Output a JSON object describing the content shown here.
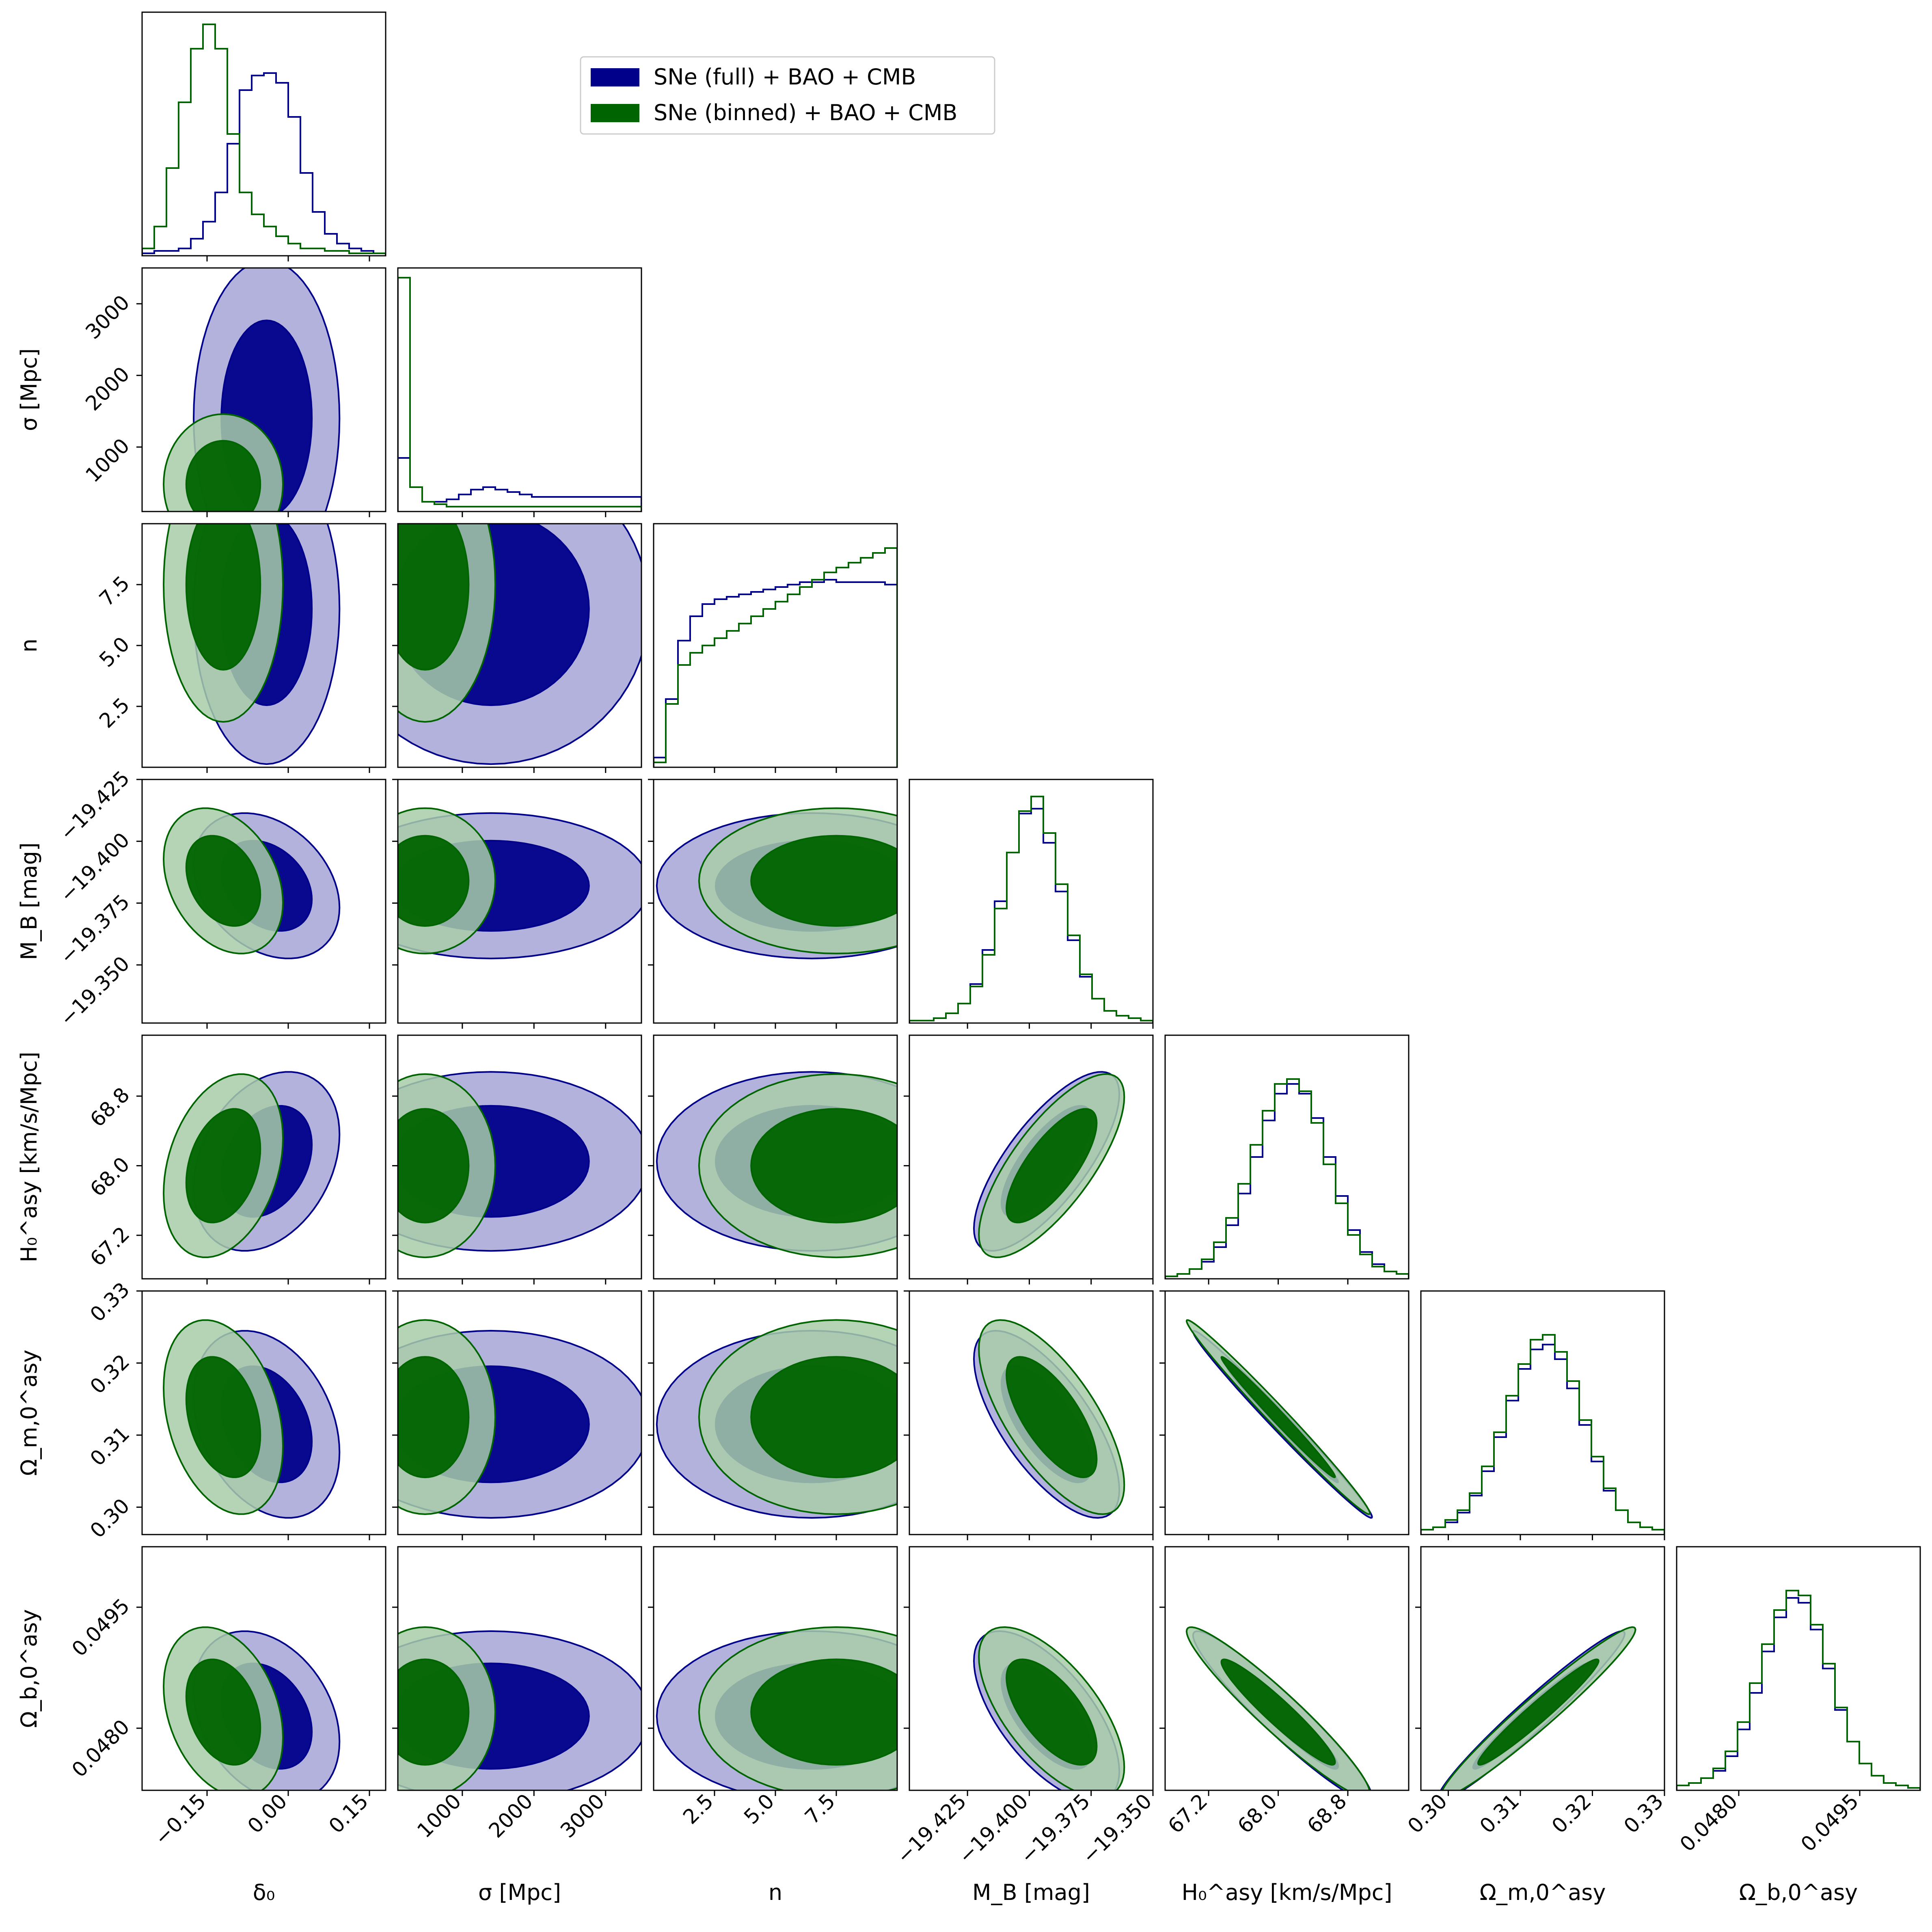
{
  "colors": {
    "full": "#00008b",
    "full_fill_light": "#a5a5d7",
    "binned": "#006400",
    "binned_fill_light": "#a8cda8"
  },
  "legend": {
    "placement": "top-center",
    "entries": [
      {
        "label": "SNe (full) + BAO + CMB",
        "color": "#00008b"
      },
      {
        "label": "SNe (binned) + BAO + CMB",
        "color": "#006400"
      }
    ]
  },
  "chart_data": {
    "type": "corner",
    "parameters": [
      {
        "key": "delta0",
        "label": "δ₀",
        "range": [
          -0.27,
          0.18
        ],
        "ticks": [
          "−0.15",
          "0.00",
          "0.15"
        ],
        "tick_values": [
          -0.15,
          0.0,
          0.15
        ],
        "y_ticks": []
      },
      {
        "key": "sigma",
        "label": "σ [Mpc]",
        "range": [
          100,
          3500
        ],
        "ticks": [
          "1000",
          "2000",
          "3000"
        ],
        "tick_values": [
          1000,
          2000,
          3000
        ],
        "y_ticks": [
          "1000",
          "2000",
          "3000"
        ]
      },
      {
        "key": "n",
        "label": "n",
        "range": [
          0,
          10
        ],
        "ticks": [
          "2.5",
          "5.0",
          "7.5"
        ],
        "tick_values": [
          2.5,
          5.0,
          7.5
        ],
        "y_ticks": [
          "2.5",
          "5.0",
          "7.5"
        ]
      },
      {
        "key": "MB",
        "label": "M_B [mag]",
        "range": [
          -19.4485,
          -19.35
        ],
        "ticks": [
          "−19.425",
          "−19.400",
          "−19.375",
          "−19.350"
        ],
        "tick_values": [
          -19.425,
          -19.4,
          -19.375,
          -19.35
        ],
        "y_ticks": [
          "−19.350",
          "−19.375",
          "−19.400",
          "−19.425"
        ]
      },
      {
        "key": "H0",
        "label": "H₀^asy [km/s/Mpc]",
        "range": [
          66.7,
          69.5
        ],
        "ticks": [
          "67.2",
          "68.0",
          "68.8"
        ],
        "tick_values": [
          67.2,
          68.0,
          68.8
        ],
        "y_ticks": [
          "67.2",
          "68.0",
          "68.8"
        ]
      },
      {
        "key": "Om",
        "label": "Ω_m,0^asy",
        "range": [
          0.2962,
          0.33
        ],
        "ticks": [
          "0.30",
          "0.31",
          "0.32",
          "0.33"
        ],
        "tick_values": [
          0.3,
          0.31,
          0.32,
          0.33
        ],
        "y_ticks": [
          "0.30",
          "0.31",
          "0.32",
          "0.33"
        ]
      },
      {
        "key": "Ob",
        "label": "Ω_b,0^asy",
        "range": [
          0.04723,
          0.05025
        ],
        "ticks": [
          "0.0480",
          "0.0495"
        ],
        "tick_values": [
          0.048,
          0.0495
        ],
        "y_ticks": [
          "0.0480",
          "0.0495"
        ]
      }
    ],
    "series": [
      {
        "name": "SNe (full) + BAO + CMB",
        "color": "#00008b",
        "means": {
          "delta0": -0.04,
          "sigma": 1400,
          "n": 6.5,
          "MB": -19.393,
          "H0": 68.05,
          "Om": 0.3115,
          "Ob": 0.04815
        },
        "stds": {
          "delta0": 0.055,
          "sigma": 900,
          "n": 2.6,
          "MB": 0.012,
          "H0": 0.42,
          "Om": 0.0053,
          "Ob": 0.00043
        },
        "hist": {
          "delta0": [
            0.01,
            0.02,
            0.02,
            0.03,
            0.07,
            0.14,
            0.26,
            0.46,
            0.68,
            0.74,
            0.75,
            0.71,
            0.57,
            0.34,
            0.18,
            0.09,
            0.05,
            0.03,
            0.02,
            0.01
          ],
          "sigma": [
            0.22,
            0.1,
            0.04,
            0.04,
            0.05,
            0.07,
            0.09,
            0.1,
            0.09,
            0.08,
            0.07,
            0.06,
            0.06,
            0.06,
            0.06,
            0.06,
            0.06,
            0.06,
            0.06,
            0.06
          ],
          "n": [
            0.04,
            0.28,
            0.52,
            0.62,
            0.67,
            0.69,
            0.7,
            0.71,
            0.72,
            0.73,
            0.74,
            0.75,
            0.76,
            0.76,
            0.77,
            0.76,
            0.76,
            0.76,
            0.76,
            0.75
          ],
          "MB": [
            0.01,
            0.01,
            0.02,
            0.04,
            0.08,
            0.16,
            0.3,
            0.5,
            0.7,
            0.86,
            0.88,
            0.74,
            0.54,
            0.34,
            0.19,
            0.1,
            0.05,
            0.03,
            0.02,
            0.01
          ],
          "H0": [
            0.01,
            0.02,
            0.04,
            0.07,
            0.13,
            0.22,
            0.35,
            0.5,
            0.65,
            0.76,
            0.8,
            0.76,
            0.66,
            0.5,
            0.34,
            0.2,
            0.11,
            0.06,
            0.03,
            0.02
          ],
          "Om": [
            0.02,
            0.03,
            0.05,
            0.09,
            0.16,
            0.26,
            0.4,
            0.55,
            0.68,
            0.76,
            0.78,
            0.72,
            0.6,
            0.45,
            0.3,
            0.18,
            0.1,
            0.05,
            0.03,
            0.02
          ],
          "Ob": [
            0.02,
            0.03,
            0.05,
            0.08,
            0.14,
            0.25,
            0.4,
            0.57,
            0.71,
            0.79,
            0.77,
            0.66,
            0.5,
            0.33,
            0.2,
            0.11,
            0.06,
            0.03,
            0.02,
            0.01
          ]
        }
      },
      {
        "name": "SNe (binned) + BAO + CMB",
        "color": "#006400",
        "means": {
          "delta0": -0.12,
          "sigma": 480,
          "n": 7.5,
          "MB": -19.391,
          "H0": 68.0,
          "Om": 0.3125,
          "Ob": 0.0482
        },
        "stds": {
          "delta0": 0.045,
          "sigma": 400,
          "n": 2.3,
          "MB": 0.012,
          "H0": 0.43,
          "Om": 0.0055,
          "Ob": 0.00043
        },
        "hist": {
          "delta0": [
            0.03,
            0.12,
            0.36,
            0.63,
            0.85,
            0.95,
            0.85,
            0.5,
            0.26,
            0.17,
            0.12,
            0.08,
            0.05,
            0.03,
            0.03,
            0.02,
            0.02,
            0.01,
            0.01,
            0.01
          ],
          "sigma": [
            0.96,
            0.1,
            0.04,
            0.03,
            0.02,
            0.02,
            0.02,
            0.02,
            0.02,
            0.02,
            0.02,
            0.02,
            0.02,
            0.02,
            0.02,
            0.02,
            0.02,
            0.02,
            0.02,
            0.02
          ],
          "n": [
            0.02,
            0.26,
            0.42,
            0.47,
            0.5,
            0.53,
            0.56,
            0.59,
            0.62,
            0.65,
            0.68,
            0.71,
            0.74,
            0.77,
            0.8,
            0.82,
            0.84,
            0.86,
            0.88,
            0.9
          ],
          "MB": [
            0.01,
            0.01,
            0.02,
            0.04,
            0.08,
            0.15,
            0.28,
            0.47,
            0.7,
            0.87,
            0.93,
            0.78,
            0.57,
            0.36,
            0.2,
            0.1,
            0.05,
            0.03,
            0.02,
            0.01
          ],
          "H0": [
            0.01,
            0.02,
            0.04,
            0.08,
            0.15,
            0.25,
            0.39,
            0.55,
            0.69,
            0.8,
            0.82,
            0.77,
            0.64,
            0.47,
            0.31,
            0.18,
            0.1,
            0.05,
            0.03,
            0.02
          ],
          "Om": [
            0.02,
            0.03,
            0.06,
            0.1,
            0.17,
            0.28,
            0.42,
            0.57,
            0.7,
            0.8,
            0.82,
            0.75,
            0.63,
            0.47,
            0.32,
            0.19,
            0.1,
            0.05,
            0.03,
            0.02
          ],
          "Ob": [
            0.02,
            0.03,
            0.05,
            0.09,
            0.16,
            0.28,
            0.44,
            0.6,
            0.74,
            0.82,
            0.8,
            0.68,
            0.52,
            0.34,
            0.2,
            0.11,
            0.06,
            0.03,
            0.02,
            0.01
          ]
        }
      }
    ],
    "correlations": {
      "MB|H0": 0.75,
      "MB|Om": -0.7,
      "MB|Ob": -0.65,
      "H0|Om": -0.99,
      "H0|Ob": -0.95,
      "Om|Ob": 0.97,
      "delta0|MB": -0.3,
      "delta0|H0": 0.3,
      "delta0|Om": -0.3,
      "delta0|Ob": -0.3
    },
    "contour_levels": [
      "68%",
      "95%"
    ],
    "grid": false
  }
}
